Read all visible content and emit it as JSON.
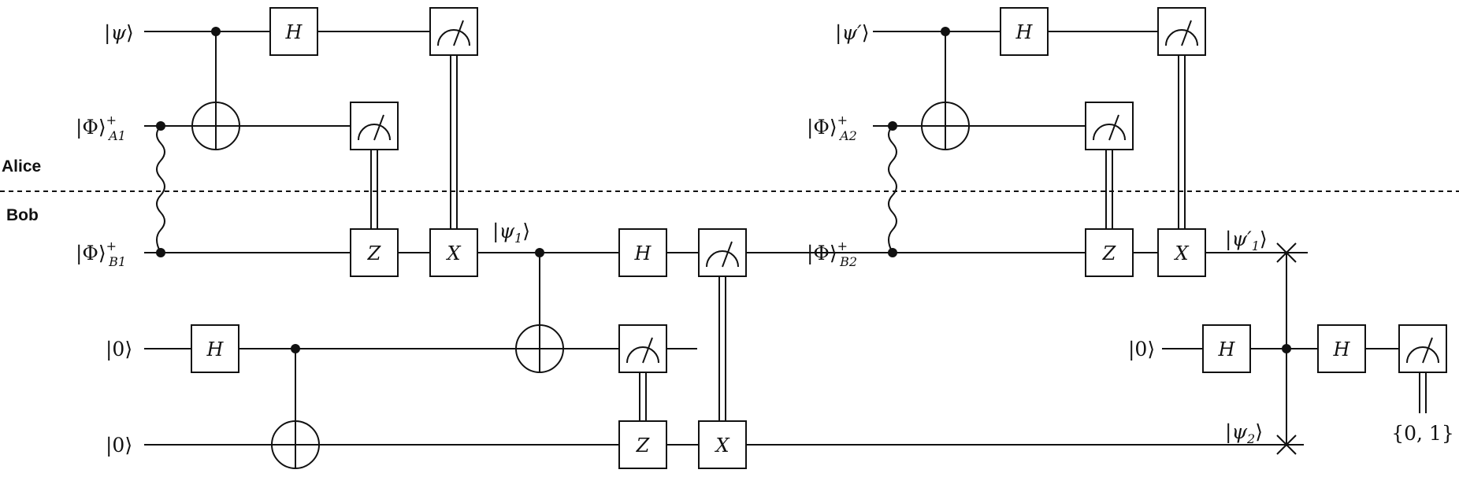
{
  "parties": {
    "alice": "Alice",
    "bob": "Bob"
  },
  "inputs": {
    "psi": "|ψ⟩",
    "phi_a1": "|Φ⟩⁺A1",
    "phi_b1": "|Φ⟩⁺B1",
    "zero_1": "|0⟩",
    "zero_2": "|0⟩",
    "psi_prime": "|ψ′⟩",
    "phi_a2": "|Φ⟩⁺A2",
    "phi_b2": "|Φ⟩⁺B2",
    "zero_3": "|0⟩"
  },
  "states": {
    "psi_1": "|ψ1⟩",
    "psi_1_prime": "|ψ′1⟩",
    "psi_2": "|ψ2⟩"
  },
  "gates": {
    "h": "H",
    "x": "X",
    "z": "Z"
  },
  "output": "{0, 1}"
}
